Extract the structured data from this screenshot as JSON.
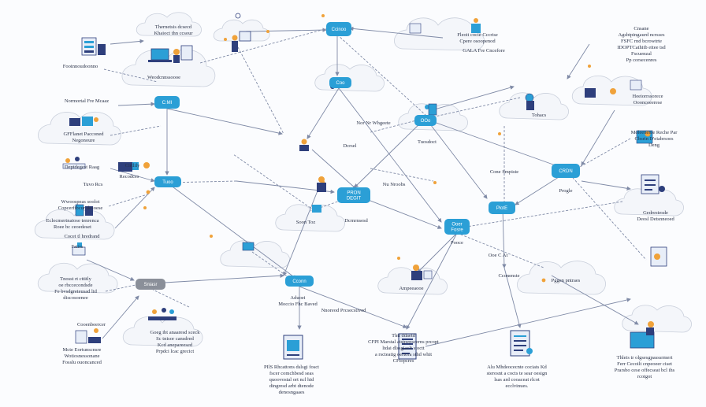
{
  "colors": {
    "hub_blue": "#2b9fd6",
    "hub_gray": "#8a8f99",
    "edge": "#7f8aa6",
    "cloud_fill": "#f4f6fa",
    "cloud_stroke": "#c9cfdb",
    "text": "#2b3348",
    "accent_orange": "#f0a23a",
    "icon_navy": "#2e3f7c"
  },
  "hubs": [
    {
      "id": "h1",
      "label": "C:MI",
      "color": "blue"
    },
    {
      "id": "h2",
      "label": "Tuoo",
      "color": "blue"
    },
    {
      "id": "h3",
      "label": "Ccinoo",
      "color": "blue"
    },
    {
      "id": "h4",
      "label": "Coo",
      "color": "blue"
    },
    {
      "id": "h5",
      "label": "OOo",
      "color": "blue"
    },
    {
      "id": "h6",
      "label": "PRON DEGIT",
      "color": "blue"
    },
    {
      "id": "h7",
      "label": "Ooer Fosre",
      "color": "blue"
    },
    {
      "id": "h8",
      "label": "PlotE",
      "color": "blue"
    },
    {
      "id": "h9",
      "label": "CRDN",
      "color": "blue"
    },
    {
      "id": "h10",
      "label": "Cconn",
      "color": "blue"
    },
    {
      "id": "h11",
      "label": "Sniasr",
      "color": "gray"
    }
  ],
  "labels": [
    {
      "id": "l1",
      "lines": [
        "Thernetsis dcsecd",
        "Khaioct thn ccsour"
      ]
    },
    {
      "id": "l2",
      "lines": [
        "Fooinnoudoonno"
      ]
    },
    {
      "id": "l3",
      "lines": [
        "Weodcnnssoooe"
      ]
    },
    {
      "id": "l4",
      "lines": [
        "Normortal Fre Mcaaz"
      ]
    },
    {
      "id": "l5",
      "lines": [
        "GFFlanet Pacconed",
        "Negonoure"
      ]
    },
    {
      "id": "l6",
      "lines": [
        "Cirtlily"
      ]
    },
    {
      "id": "l7",
      "lines": [
        "Deptdegest Raag"
      ]
    },
    {
      "id": "l8",
      "lines": [
        "Recodces"
      ]
    },
    {
      "id": "l9",
      "lines": [
        "Tuvo Rcs"
      ]
    },
    {
      "id": "l10",
      "lines": [
        "Wwoospeas soolot",
        "Copcerfibcur tlesoese"
      ]
    },
    {
      "id": "l11",
      "lines": [
        "Eclocmertnaiose tenrenca",
        "Roee bc ceoedeset"
      ]
    },
    {
      "id": "l12",
      "lines": [
        "Cocet tl hredrand"
      ]
    },
    {
      "id": "l13",
      "lines": [
        "Fatios"
      ]
    },
    {
      "id": "l14",
      "lines": [
        "Tnosst rt cttitly",
        "oe rbccecondsde",
        "Fe bvsdgreteusad lid",
        "discosoenee"
      ]
    },
    {
      "id": "l15",
      "lines": [
        "Cooenbeercer"
      ]
    },
    {
      "id": "l16",
      "lines": [
        "Goeg ibt anaaresd sceck",
        "Sc tnisor cansdred",
        "Kcd anepareesed",
        "Prpdci lcac grecict"
      ]
    },
    {
      "id": "l17",
      "lines": [
        "Mcte Eortunscnsre",
        "Wotiosnessonane",
        "Fosslu ouoncanced"
      ]
    },
    {
      "id": "l18",
      "lines": [
        "Nor Nr Whgeete"
      ]
    },
    {
      "id": "l19",
      "lines": [
        "Dcrsel"
      ]
    },
    {
      "id": "l20",
      "lines": [
        "Tuosdoct"
      ]
    },
    {
      "id": "l21",
      "lines": [
        "Fleoit cocie Cccrise",
        "Cpere osoopenod"
      ]
    },
    {
      "id": "l22",
      "lines": [
        "GALA Fre Cncefore"
      ]
    },
    {
      "id": "l23",
      "lines": [
        "Cnsane",
        "Agsbtpingaurd ncrsses",
        "FSFC rnd bcrowtrte",
        "IDOPTCathitb eitee tsd",
        "Fscuenzal",
        "Pp corsecenres"
      ]
    },
    {
      "id": "l24",
      "lines": [
        "Heeiorrssorece",
        "Ooonceeerese"
      ]
    },
    {
      "id": "l25",
      "lines": [
        "Tohacs"
      ]
    },
    {
      "id": "l26",
      "lines": [
        "Moleenenie Reche Par",
        "Cbsrin D'eiabrsoes",
        "Deng"
      ]
    },
    {
      "id": "l27",
      "lines": [
        "Cone Smpiste"
      ]
    },
    {
      "id": "l28",
      "lines": [
        "Progle"
      ]
    },
    {
      "id": "l29",
      "lines": [
        "Gedrestesde",
        "Deosl Detsnneoed"
      ]
    },
    {
      "id": "l30",
      "lines": [
        "Soon Toz"
      ]
    },
    {
      "id": "l31",
      "lines": [
        "Dcrnrnsesd"
      ]
    },
    {
      "id": "l32",
      "lines": [
        "Nu Nroobs"
      ]
    },
    {
      "id": "l33",
      "lines": [
        "Ooe C At"
      ]
    },
    {
      "id": "l34",
      "lines": [
        "Cconenste"
      ]
    },
    {
      "id": "l35",
      "lines": [
        "Pggen pntraes"
      ]
    },
    {
      "id": "l36",
      "lines": [
        "Pooce"
      ]
    },
    {
      "id": "l37",
      "lines": [
        "Ampeeaooe"
      ]
    },
    {
      "id": "l38",
      "lines": [
        "Aduoei",
        "Moccio Fhc Baved"
      ]
    },
    {
      "id": "l39",
      "lines": [
        "Nnoreod Prcsecstived"
      ]
    },
    {
      "id": "l40",
      "lines": [
        "Thti ddaetd",
        "CFPI Marstal atstpepscerns prcopt",
        "ltdai dlssgiaclt stoctt",
        "a rscteatig oertora sthd whit",
        "CFtopcres"
      ]
    },
    {
      "id": "l41",
      "lines": [
        "PIlS Rhcattons dslsgi fosct",
        "fscer comchbesd seas",
        "quoovostal ort ncl hid",
        "dingresd arbt dtenode",
        "denosngaaes"
      ]
    },
    {
      "id": "l42",
      "lines": [
        "Alu Mhdeocecnte cociats Kd",
        "sterosnt a cocts te sear oesign",
        "lsas ard cooaceat rlcot",
        "ecclvinues."
      ]
    },
    {
      "id": "l43",
      "lines": [
        "Thleis tr olgsesgpasssrmert",
        "Ferr Cecoilt cnpeoeer ciset",
        "Prarsbo cese offecseat bcl ihs",
        "rcotgot"
      ]
    }
  ]
}
